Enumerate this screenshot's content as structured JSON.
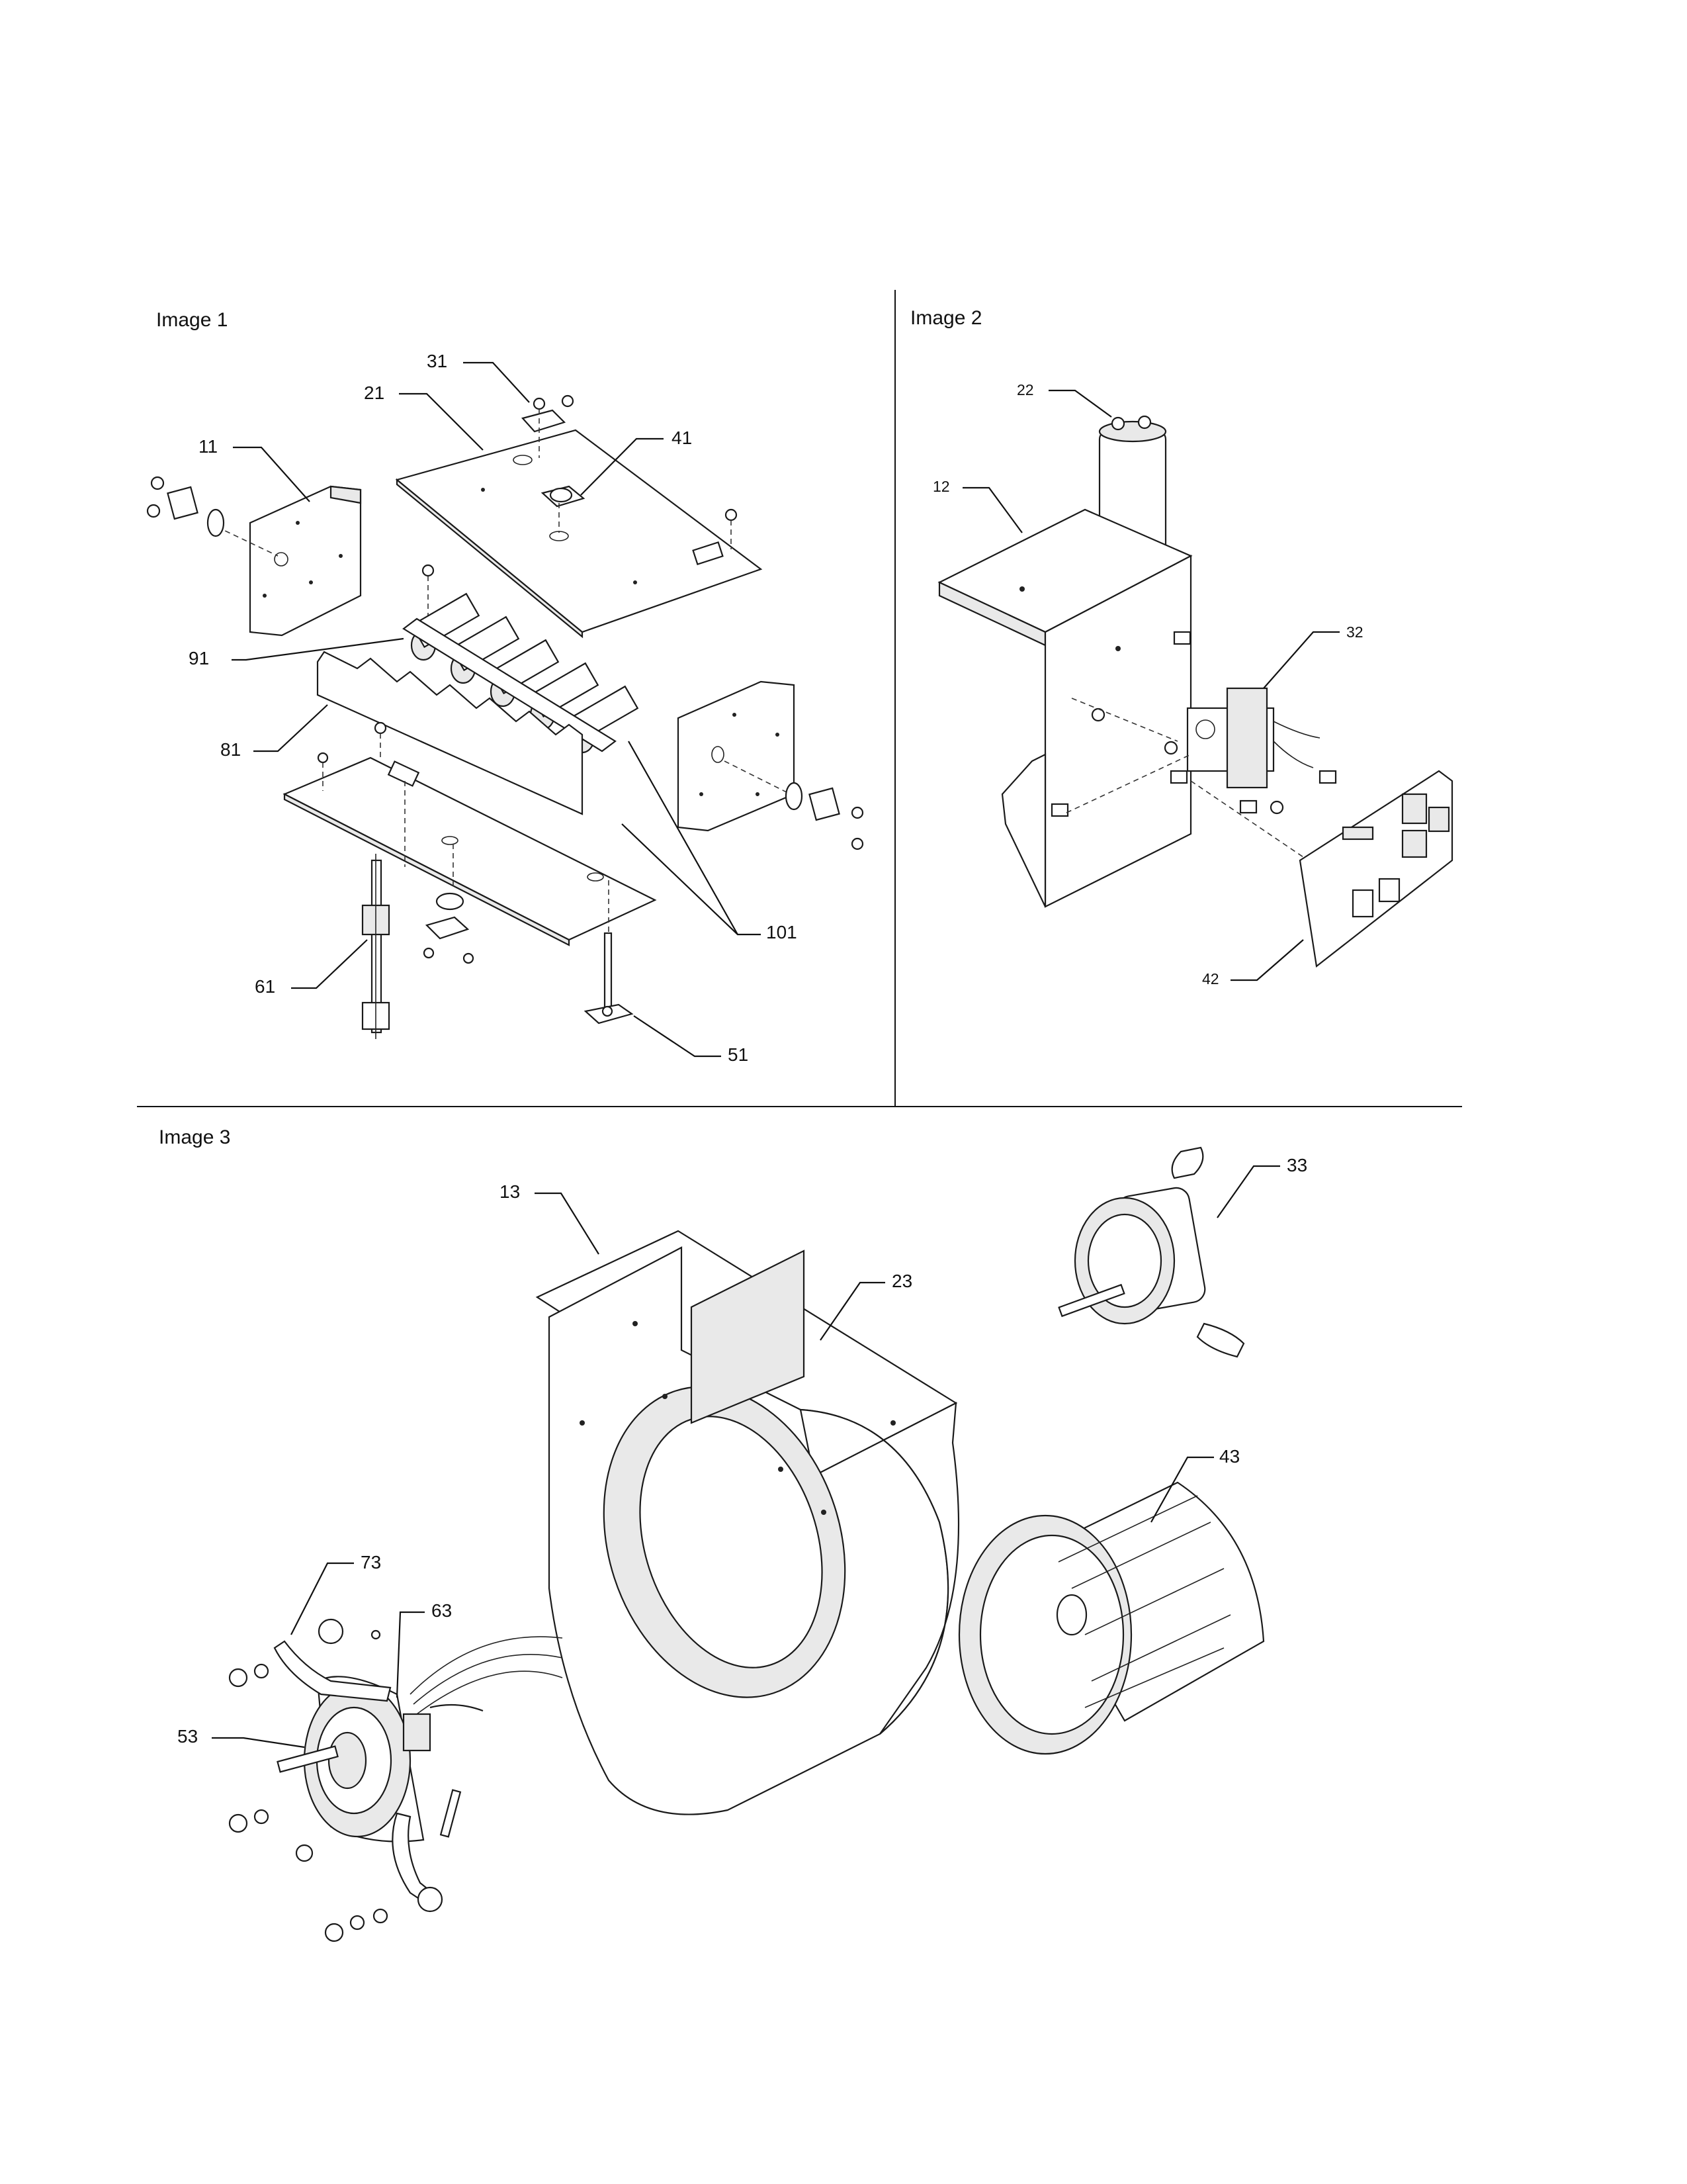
{
  "panels": [
    {
      "title": "Image 1"
    },
    {
      "title": "Image 2"
    },
    {
      "title": "Image 3"
    }
  ],
  "callouts": {
    "p11": "11",
    "p21": "21",
    "p31": "31",
    "p41": "41",
    "p91": "91",
    "p81": "81",
    "p101": "101",
    "p61": "61",
    "p51": "51",
    "p22": "22",
    "p12": "12",
    "p32": "32",
    "p42": "42",
    "p13": "13",
    "p23": "23",
    "p33": "33",
    "p43": "43",
    "p73": "73",
    "p63": "63",
    "p53": "53"
  }
}
